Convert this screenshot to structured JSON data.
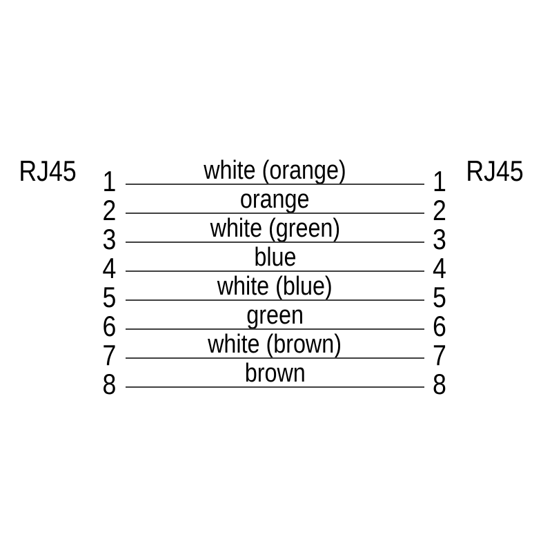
{
  "connector_left": {
    "label": "RJ45"
  },
  "connector_right": {
    "label": "RJ45"
  },
  "wiring": {
    "rows": [
      {
        "left_pin": "1",
        "wire": "white (orange)",
        "right_pin": "1"
      },
      {
        "left_pin": "2",
        "wire": "orange",
        "right_pin": "2"
      },
      {
        "left_pin": "3",
        "wire": "white (green)",
        "right_pin": "3"
      },
      {
        "left_pin": "4",
        "wire": "blue",
        "right_pin": "4"
      },
      {
        "left_pin": "5",
        "wire": "white (blue)",
        "right_pin": "5"
      },
      {
        "left_pin": "6",
        "wire": "green",
        "right_pin": "6"
      },
      {
        "left_pin": "7",
        "wire": "white (brown)",
        "right_pin": "7"
      },
      {
        "left_pin": "8",
        "wire": "brown",
        "right_pin": "8"
      }
    ]
  },
  "colors": {
    "background": "#ffffff",
    "wire_line": "#3f3f3f",
    "text": "#000000"
  }
}
